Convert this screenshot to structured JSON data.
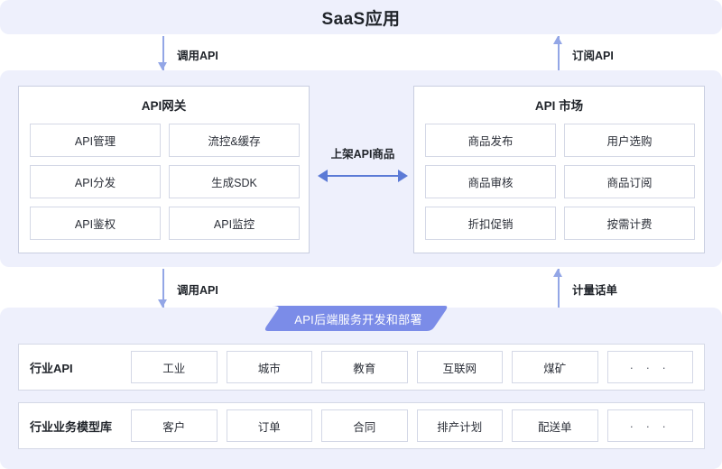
{
  "header": {
    "title": "SaaS应用"
  },
  "flows": {
    "top_left": {
      "label": "调用API",
      "direction": "down"
    },
    "top_right": {
      "label": "订阅API",
      "direction": "up"
    },
    "middle": {
      "label": "上架API商品",
      "direction": "both"
    },
    "bottom_left": {
      "label": "调用API",
      "direction": "down"
    },
    "bottom_right": {
      "label": "计量话单",
      "direction": "up"
    }
  },
  "gateway": {
    "title": "API网关",
    "cells": [
      "API管理",
      "流控&缓存",
      "API分发",
      "生成SDK",
      "API鉴权",
      "API监控"
    ]
  },
  "market": {
    "title": "API 市场",
    "cells": [
      "商品发布",
      "用户选购",
      "商品审核",
      "商品订阅",
      "折扣促销",
      "按需计费"
    ]
  },
  "banner": {
    "label": "API后端服务开发和部署"
  },
  "bottom": {
    "rows": [
      {
        "label": "行业API",
        "cells": [
          "工业",
          "城市",
          "教育",
          "互联网",
          "煤矿",
          "· · ·"
        ]
      },
      {
        "label": "行业业务模型库",
        "cells": [
          "客户",
          "订单",
          "合同",
          "排产计划",
          "配送单",
          "· · ·"
        ]
      }
    ]
  },
  "colors": {
    "band_background": "#eef0fc",
    "panel_border": "#c9cee0",
    "cell_border": "#d4d8e6",
    "arrow_light": "#93a6e6",
    "arrow_strong": "#5b7ad6",
    "banner_fill": "#7b8ce8",
    "text": "#1f2329",
    "page_background": "#ffffff"
  }
}
